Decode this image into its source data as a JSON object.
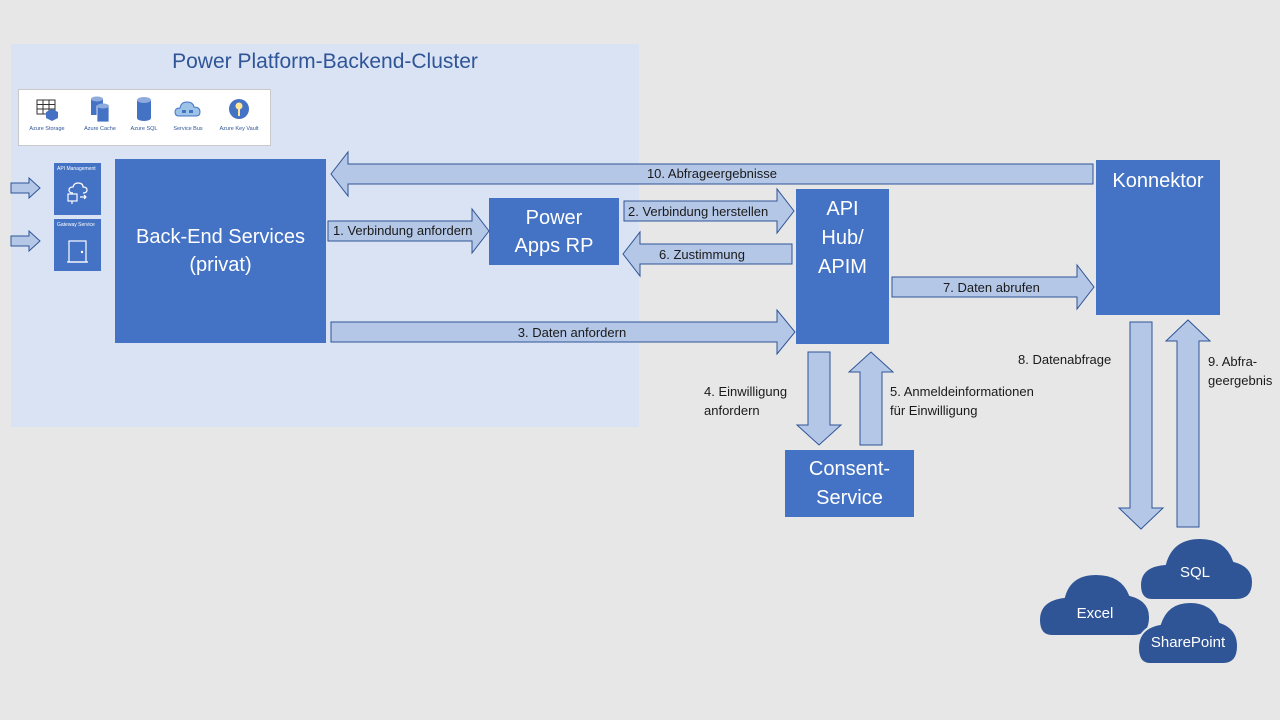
{
  "cluster": {
    "title": "Power Platform-Backend-Cluster",
    "services": [
      {
        "icon": "table-icon",
        "label": "Azure Storage"
      },
      {
        "icon": "database-icon",
        "label": "Azure Cache"
      },
      {
        "icon": "sql-database-icon",
        "label": "Azure SQL"
      },
      {
        "icon": "cloud-icon",
        "label": "Service Bus"
      },
      {
        "icon": "key-vault-icon",
        "label": "Azure Key Vault"
      }
    ],
    "api_management_label": "API Management",
    "gateway_service_label": "Gateway Service"
  },
  "boxes": {
    "backend": "Back-End Services\n(privat)",
    "power_apps_rp": "Power\nApps RP",
    "api_hub": "API\nHub/\nAPIM",
    "konnektor": "Konnektor",
    "consent": "Consent-\nService"
  },
  "arrows": {
    "a1": "1. Verbindung anfordern",
    "a2": "2. Verbindung herstellen",
    "a3": "3. Daten anfordern",
    "a4": "4. Einwilligung\nanfordern",
    "a5": "5. Anmeldeinformationen\nfür Einwilligung",
    "a6": "6. Zustimmung",
    "a7": "7. Daten abrufen",
    "a8": "8. Datenabfrage",
    "a9": "9. Abfra-\ngeergebnis",
    "a10": "10. Abfrageergebnisse"
  },
  "data_sources": {
    "sql": "SQL",
    "excel": "Excel",
    "sharepoint": "SharePoint"
  },
  "colors": {
    "box_fill": "#4472c4",
    "arrow_fill": "#b4c7e7",
    "arrow_stroke": "#2f5597",
    "cluster_bg": "#dae3f3",
    "cloud_fill": "#2f5597",
    "background": "#e7e7e7"
  }
}
